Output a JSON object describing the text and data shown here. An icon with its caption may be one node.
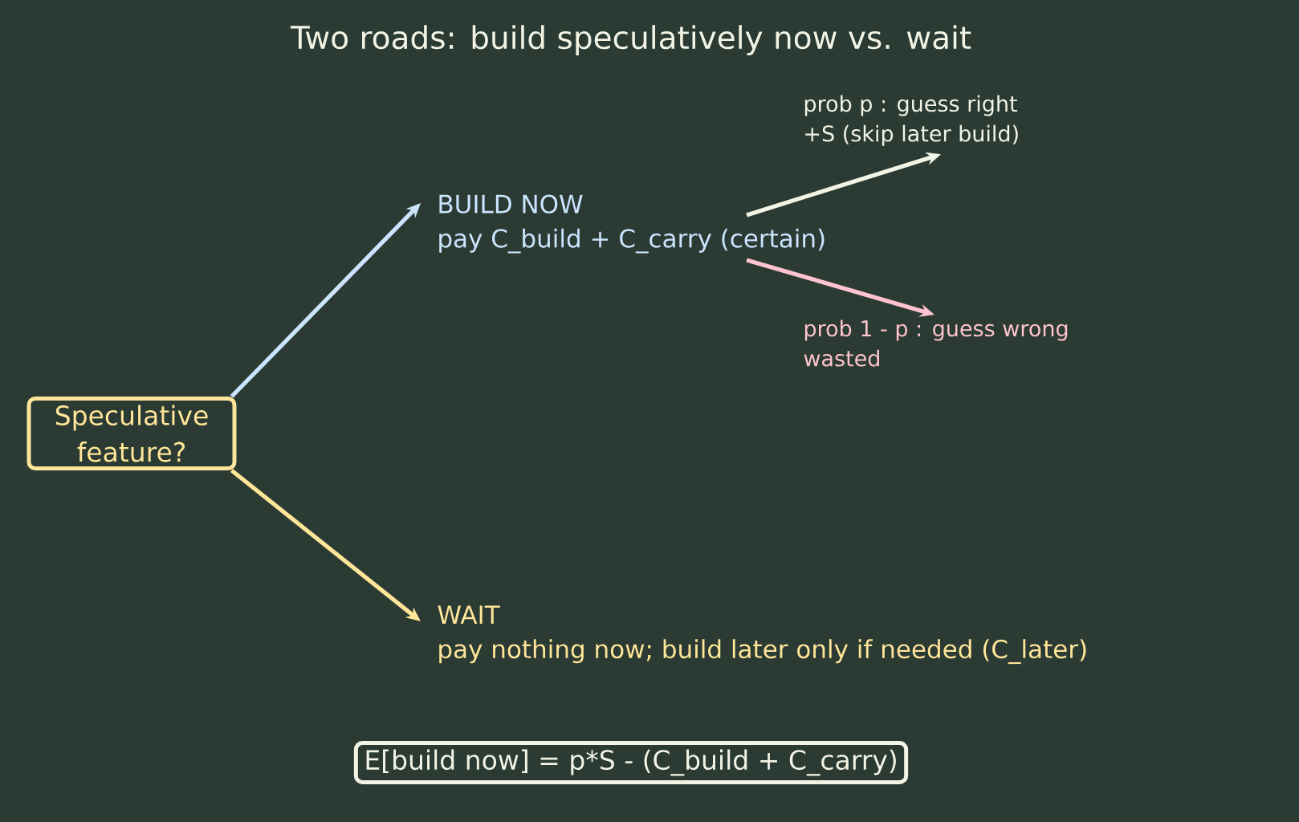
{
  "diagram": {
    "title": "Two roads: build speculatively now vs. wait",
    "nodes": [
      {
        "text": [
          "Speculative feature?"
        ]
      },
      {
        "text": [
          "BUILD NOW",
          "pay  C_build + C_carry  (certain)"
        ]
      },
      {
        "text": [
          "prob p : guess right",
          "+S  (skip later build)"
        ]
      },
      {
        "text": [
          "prob 1 - p : guess wrong",
          "wasted"
        ]
      },
      {
        "text": [
          "WAIT",
          "pay nothing now;  build later only if needed  (C_later)"
        ]
      },
      {
        "text": [
          "E[build now] = p*S - (C_build + C_carry)"
        ]
      }
    ],
    "edges": [
      {
        "from": 0,
        "to": 1,
        "arrow": "to",
        "color": "#cce5ff"
      },
      {
        "from": 1,
        "to": 2,
        "arrow": "to",
        "color": "#f2f5e6"
      },
      {
        "from": 1,
        "to": 3,
        "arrow": "to",
        "color": "#ffc4d0"
      },
      {
        "from": 0,
        "to": 4,
        "arrow": "to",
        "color": "#ffe699"
      }
    ]
  }
}
